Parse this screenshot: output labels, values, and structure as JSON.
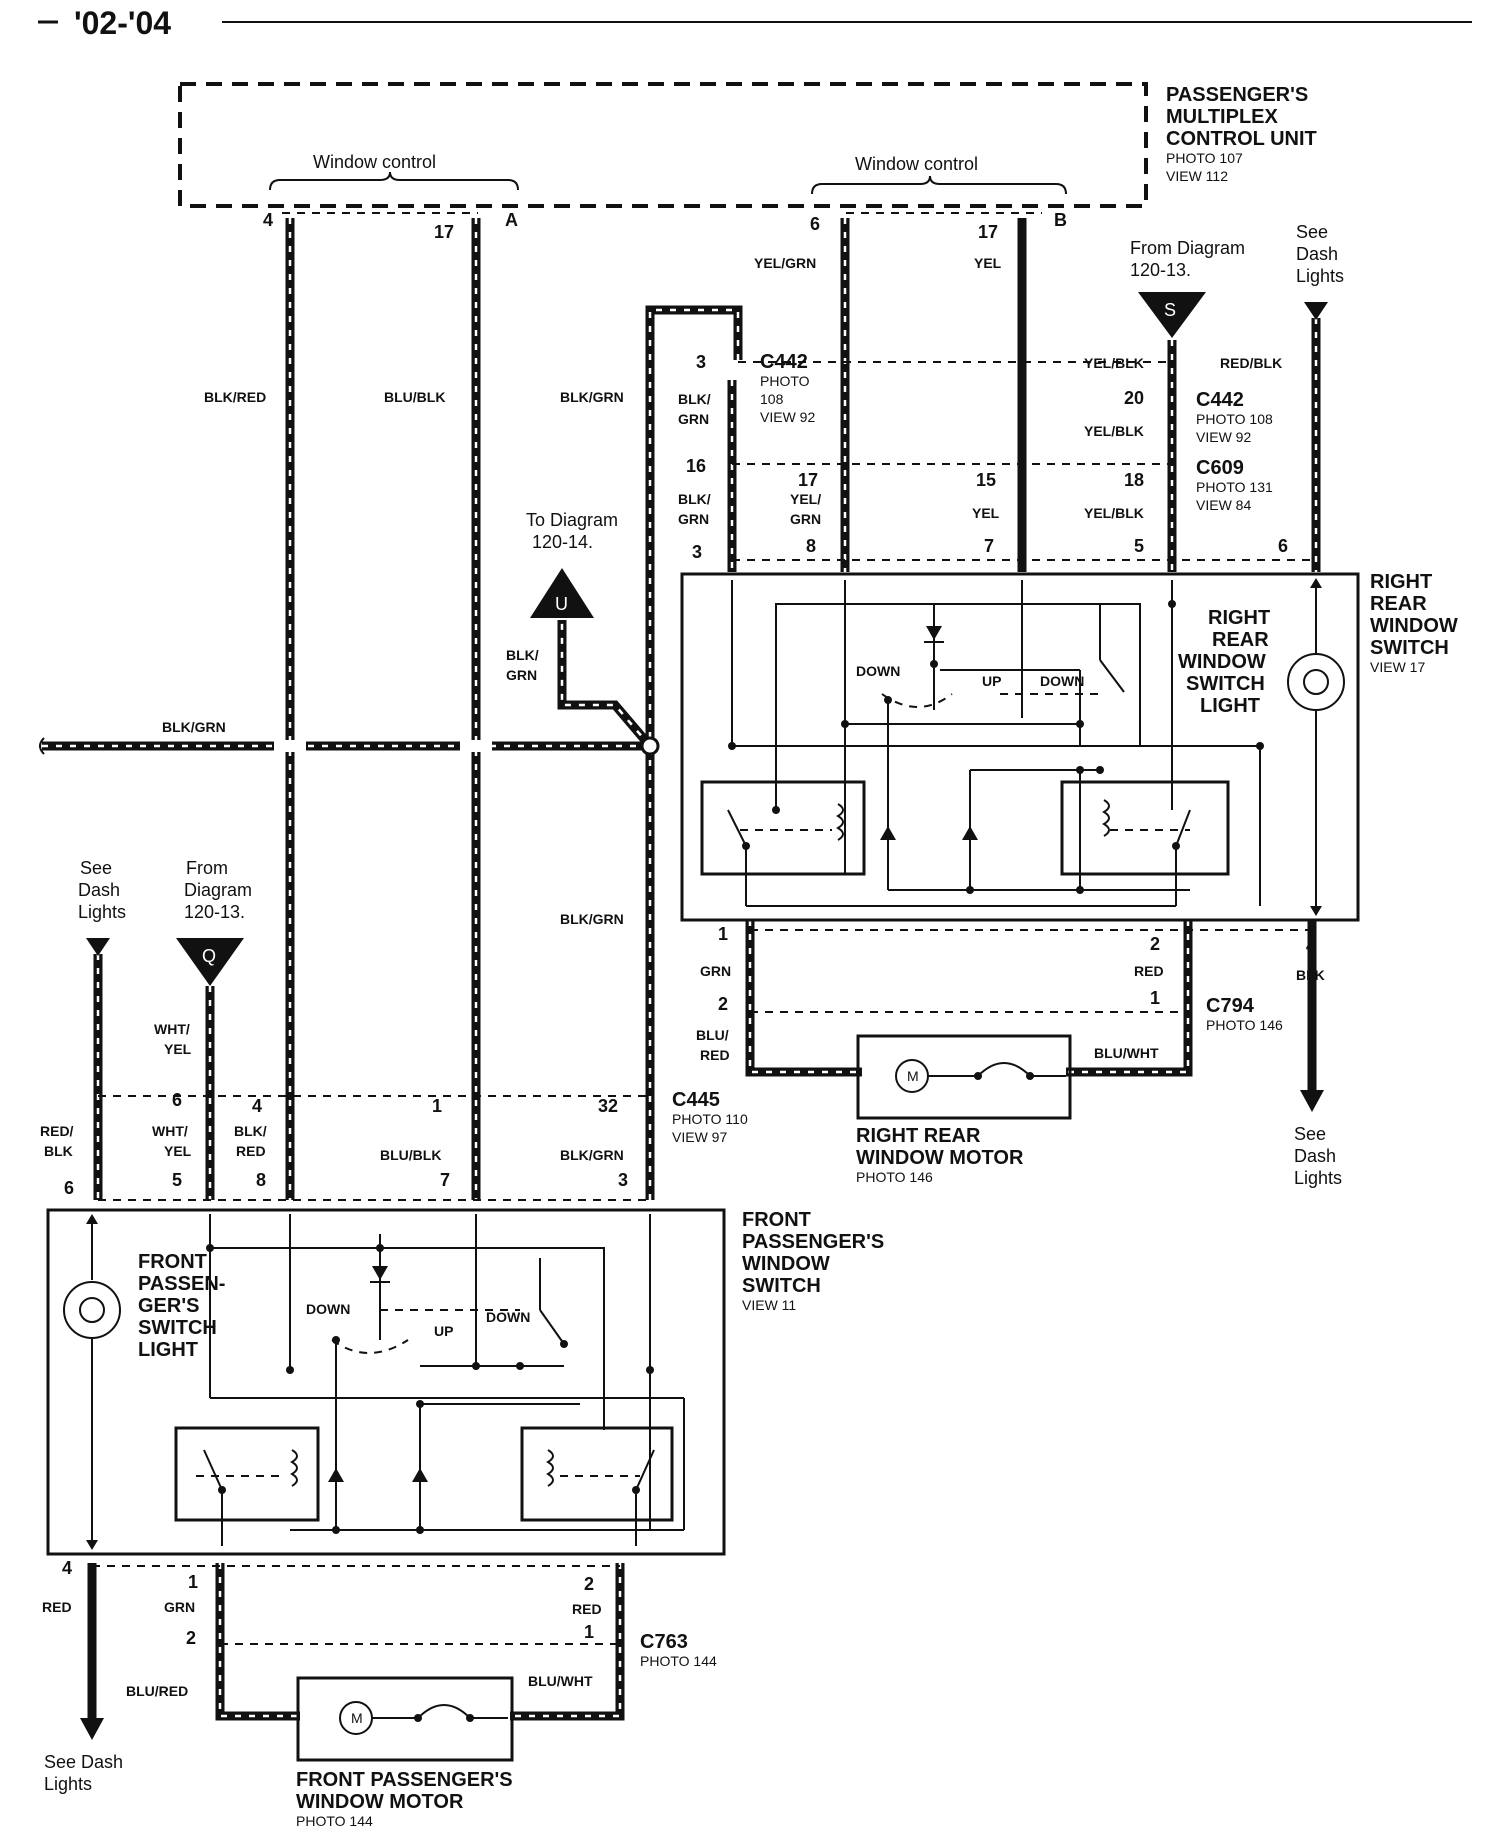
{
  "header": {
    "title": "'02-'04"
  },
  "mcu": {
    "name_l1": "PASSENGER'S",
    "name_l2": "MULTIPLEX",
    "name_l3": "CONTROL UNIT",
    "photo": "PHOTO 107",
    "view": "VIEW 112",
    "group_a": "Window control",
    "group_b": "Window control",
    "conn_a": "A",
    "conn_b": "B",
    "pins": [
      "4",
      "17",
      "6",
      "17"
    ]
  },
  "wires": {
    "blk_red": "BLK/RED",
    "blu_blk": "BLU/BLK",
    "blk_grn": "BLK/GRN",
    "blk_grn_2": "BLK/GRN",
    "blk_grn_3": "BLK/GRN",
    "blk_grn_split_l1": "BLK/",
    "blk_grn_split_l2": "GRN",
    "yel_grn": "YEL/GRN",
    "yel": "YEL",
    "yel_blk": "YEL/BLK",
    "red_blk": "RED/BLK",
    "grn": "GRN",
    "red": "RED",
    "blk": "BLK",
    "blu_red_l1": "BLU/",
    "blu_red_l2": "RED",
    "blu_wht": "BLU/WHT",
    "wht_yel_l1": "WHT/",
    "wht_yel_l2": "YEL",
    "red_blk_l1": "RED/",
    "red_blk_l2": "BLK",
    "blk_red_l1": "BLK/",
    "blk_red_l2": "RED",
    "yel_grn_l1": "YEL/",
    "yel_grn_l2": "GRN",
    "blu_red": "BLU/RED"
  },
  "refs": {
    "from_s_l1": "From Diagram",
    "from_s_l2": "120-13.",
    "s_label": "S",
    "see_dash_l1": "See",
    "see_dash_l2": "Dash",
    "see_dash_l3": "Lights",
    "to_u_l1": "To Diagram",
    "to_u_l2": "120-14.",
    "u_label": "U",
    "from_q_l1": "From",
    "from_q_l2": "Diagram",
    "from_q_l3": "120-13.",
    "q_label": "Q",
    "see_dash_bottom": "See Dash",
    "lights": "Lights"
  },
  "connectors": {
    "c442": "C442",
    "c442_photo": "PHOTO",
    "c442_photo_num": "108",
    "c442_view": "VIEW 92",
    "c442b_photo": "PHOTO 108",
    "c609": "C609",
    "c609_photo": "PHOTO 131",
    "c609_view": "VIEW 84",
    "c445": "C445",
    "c445_photo": "PHOTO 110",
    "c445_view": "VIEW 97",
    "c794": "C794",
    "c794_photo": "PHOTO 146",
    "c763": "C763",
    "c763_photo": "PHOTO 144"
  },
  "pins": {
    "p3": "3",
    "p16": "16",
    "p3b": "3",
    "p17": "17",
    "p8": "8",
    "p15": "15",
    "p7": "7",
    "p20": "20",
    "p18": "18",
    "p5": "5",
    "p6": "6",
    "rr_1": "1",
    "rr_2": "2",
    "rr_4": "4",
    "rr_2b": "2",
    "rr_1b": "1",
    "f_6": "6",
    "f_4": "4",
    "f_1": "1",
    "f_32": "32",
    "f_6b": "6",
    "f_5": "5",
    "f_8": "8",
    "f_7": "7",
    "f_3": "3",
    "fm_4": "4",
    "fm_1": "1",
    "fm_2": "2",
    "fm_2b": "2",
    "fm_1b": "1"
  },
  "rr_switch": {
    "name_l1": "RIGHT",
    "name_l2": "REAR",
    "name_l3": "WINDOW",
    "name_l4": "SWITCH",
    "view": "VIEW 17",
    "light_l1": "RIGHT",
    "light_l2": "REAR",
    "light_l3": "WINDOW",
    "light_l4": "SWITCH",
    "light_l5": "LIGHT",
    "down": "DOWN",
    "up": "UP",
    "down2": "DOWN"
  },
  "rr_motor": {
    "name_l1": "RIGHT REAR",
    "name_l2": "WINDOW MOTOR",
    "photo": "PHOTO 146",
    "m": "M"
  },
  "fp_switch": {
    "name_l1": "FRONT",
    "name_l2": "PASSENGER'S",
    "name_l3": "WINDOW",
    "name_l4": "SWITCH",
    "view": "VIEW 11",
    "light_l1": "FRONT",
    "light_l2": "PASSEN-",
    "light_l3": "GER'S",
    "light_l4": "SWITCH",
    "light_l5": "LIGHT",
    "down": "DOWN",
    "up": "UP",
    "down2": "DOWN"
  },
  "fp_motor": {
    "name_l1": "FRONT PASSENGER'S",
    "name_l2": "WINDOW MOTOR",
    "photo": "PHOTO 144",
    "m": "M"
  }
}
